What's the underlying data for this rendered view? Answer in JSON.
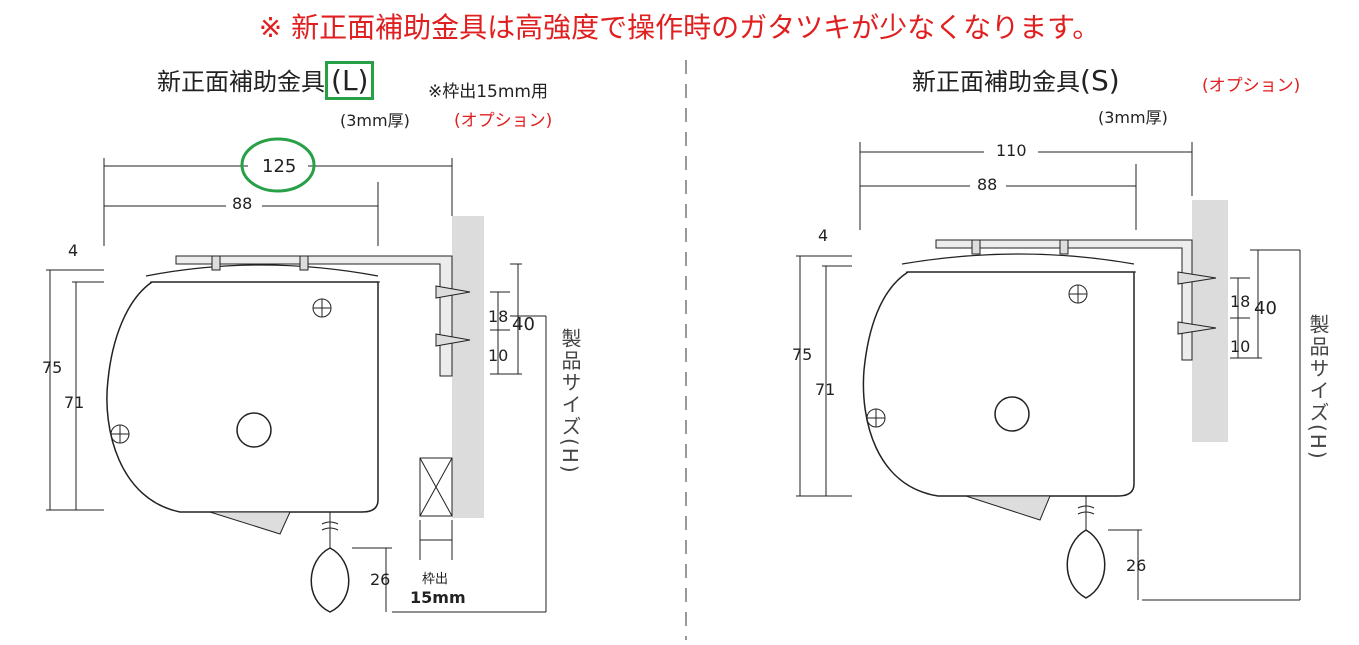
{
  "banner": "※ 新正面補助金具は高強度で操作時のガタツキが少なくなります。",
  "left": {
    "title": "新正面補助金具",
    "paren_open": "(",
    "size_letter": "L",
    "paren_close": ")",
    "frame_note": "※枠出15mm用",
    "thickness": "(3mm厚)",
    "option": "(オプション)",
    "dims": {
      "total_width": "125",
      "inner_width": "88",
      "top_gap": "4",
      "height_75": "75",
      "height_71": "71",
      "screw_18": "18",
      "screw_10": "10",
      "bracket_40": "40",
      "weight_26": "26",
      "frame_label": "枠出",
      "frame_value": "15mm"
    },
    "product_size": "製品サイズ(H)"
  },
  "right": {
    "title": "新正面補助金具",
    "paren_open": "(",
    "size_letter": "S",
    "paren_close": ")",
    "thickness": "(3mm厚)",
    "option": "(オプション)",
    "dims": {
      "total_width": "110",
      "inner_width": "88",
      "top_gap": "4",
      "height_75": "75",
      "height_71": "71",
      "screw_18": "18",
      "screw_10": "10",
      "bracket_40": "40",
      "weight_26": "26"
    },
    "product_size": "製品サイズ(H)"
  },
  "colors": {
    "accent_red": "#e02020",
    "highlight_green": "#27a048",
    "wall_gray": "#dcdcdc"
  }
}
